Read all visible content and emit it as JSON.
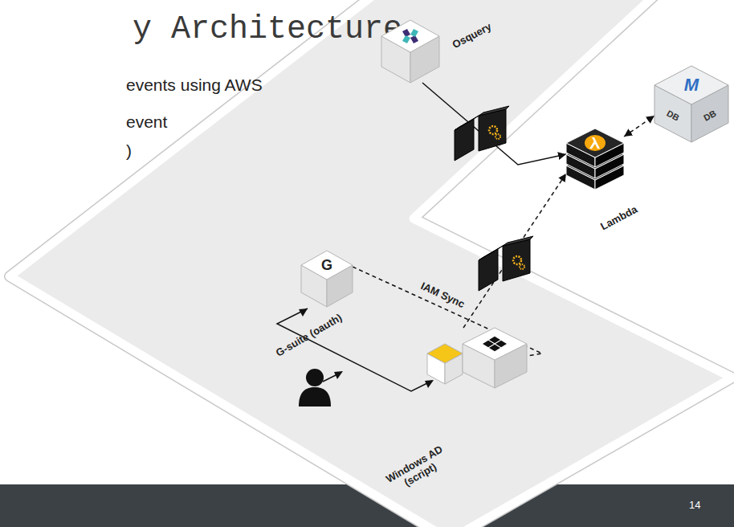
{
  "diagram": {
    "title": "y Architecture",
    "nodes": [
      {
        "text": [
          "Osquery"
        ]
      },
      {
        "text": [
          "Lambda"
        ]
      },
      {
        "text": [
          "M",
          "DB",
          "DB"
        ]
      },
      {
        "text": [
          "G",
          "G-suite (oauth)"
        ]
      },
      {
        "text": [
          "Windows AD (script)"
        ]
      }
    ],
    "edges": [
      {
        "from": 0,
        "to": 1,
        "arrow": "to"
      },
      {
        "from": 1,
        "to": 2,
        "arrow": "both"
      },
      {
        "from": 3,
        "to": 4,
        "label": "IAM Sync",
        "arrow": "none"
      },
      {
        "from": 4,
        "to": 1,
        "arrow": "to"
      }
    ],
    "labels": [
      "events using AWS",
      "event",
      ")",
      "14"
    ]
  }
}
